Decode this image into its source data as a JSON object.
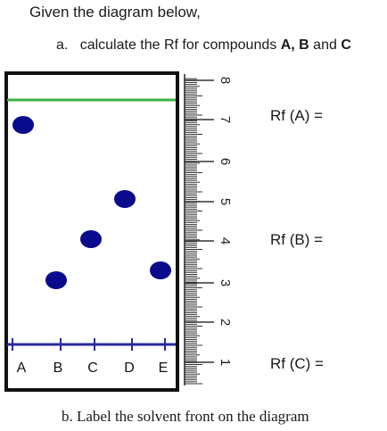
{
  "intro": "Given the diagram below,",
  "question_a": {
    "marker": "a.",
    "text": "calculate the Rf for compounds ",
    "bold_a": "A,",
    "sep1": " ",
    "bold_b": "B",
    "sep2": " and ",
    "bold_c": "C"
  },
  "answers": {
    "rf_a": "Rf (A) =",
    "rf_b": "Rf (B) =",
    "rf_c": "Rf (C) =",
    "blank": ""
  },
  "question_b": "b.  Label the solvent front on the diagram",
  "lanes": [
    "A",
    "B",
    "C",
    "D",
    "E"
  ],
  "ruler_labels": [
    "8",
    "7",
    "6",
    "5",
    "4",
    "3",
    "2",
    "1"
  ],
  "colors": {
    "solvent_front": "#3cb043",
    "origin_line": "#2a2a9e",
    "spots": "#0a0a8c",
    "plate_border": "#111111"
  }
}
